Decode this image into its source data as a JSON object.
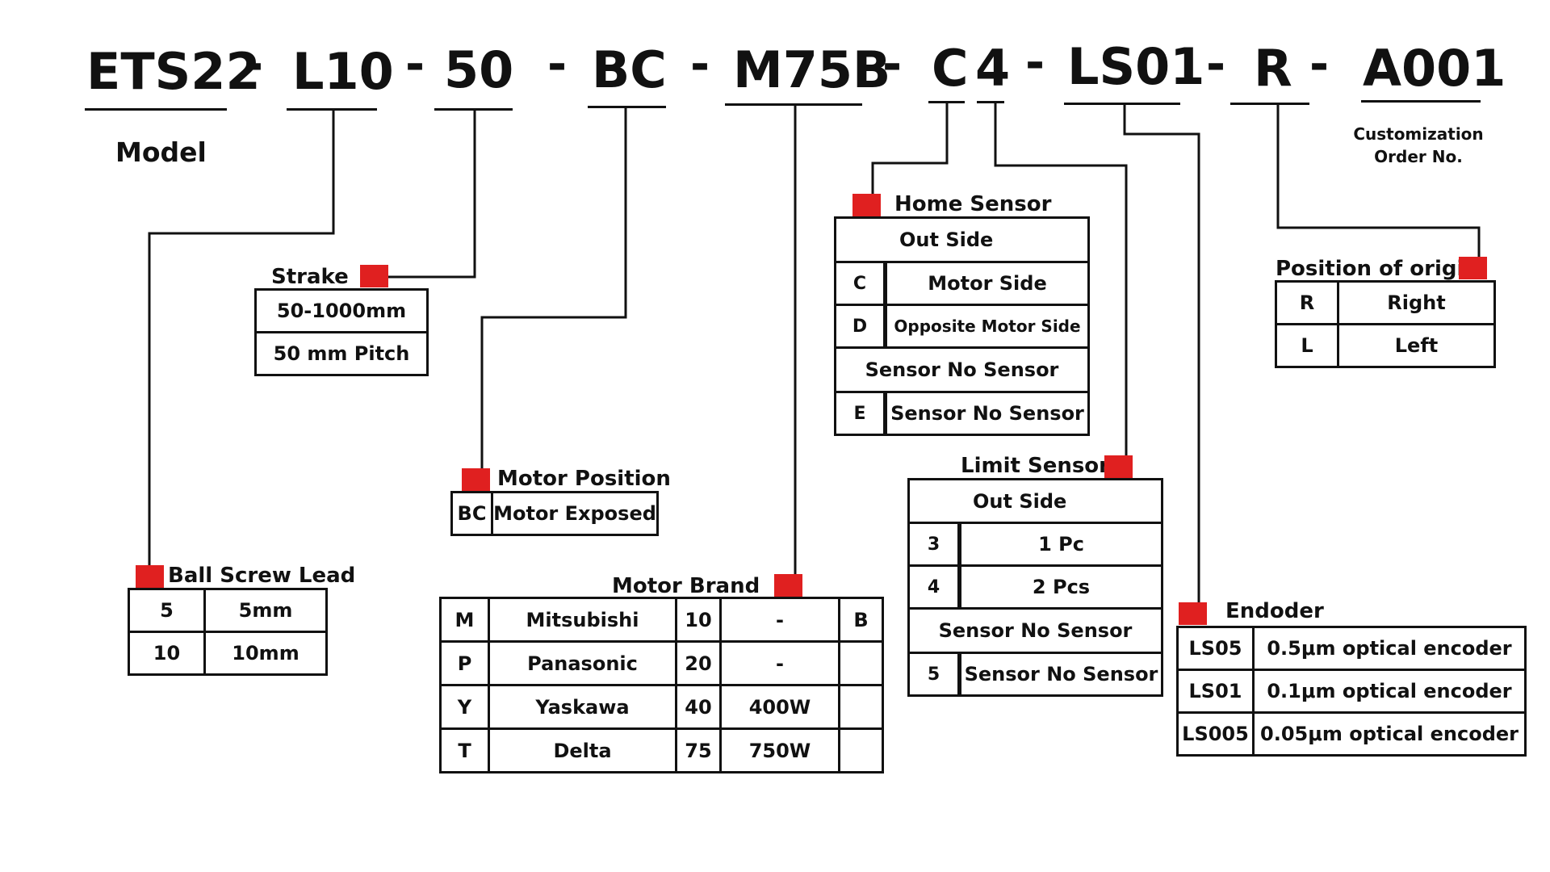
{
  "code": {
    "segments": [
      "ETS22",
      "L10",
      "50",
      "BC",
      "M75B",
      "C",
      "4",
      "LS01",
      "R",
      "A001"
    ],
    "separator": "-"
  },
  "model_label": "Model",
  "customization_label": "Customization Order No.",
  "colors": {
    "marker": "#e02020",
    "line": "#111111",
    "background": "#ffffff"
  },
  "ball_screw_lead": {
    "title": "Ball Screw Lead",
    "rows": [
      {
        "code": "5",
        "value": "5mm"
      },
      {
        "code": "10",
        "value": "10mm"
      }
    ]
  },
  "strake": {
    "title": "Strake",
    "rows": [
      "50-1000mm",
      "50 mm Pitch"
    ]
  },
  "motor_position": {
    "title": "Motor Position",
    "rows": [
      {
        "code": "BC",
        "value": "Motor Exposed"
      }
    ]
  },
  "motor_brand": {
    "title": "Motor Brand",
    "rows": [
      {
        "code": "M",
        "brand": "Mitsubishi",
        "num": "10",
        "power": "-",
        "extra": "B"
      },
      {
        "code": "P",
        "brand": "Panasonic",
        "num": "20",
        "power": "-",
        "extra": ""
      },
      {
        "code": "Y",
        "brand": "Yaskawa",
        "num": "40",
        "power": "400W",
        "extra": ""
      },
      {
        "code": "T",
        "brand": "Delta",
        "num": "75",
        "power": "750W",
        "extra": ""
      }
    ]
  },
  "home_sensor": {
    "title": "Home Sensor",
    "section1": "Out Side",
    "rows1": [
      {
        "code": "C",
        "value": "Motor Side"
      },
      {
        "code": "D",
        "value": "Opposite Motor Side"
      }
    ],
    "section2": "Sensor No Sensor",
    "rows2": [
      {
        "code": "E",
        "value": "Sensor No Sensor"
      }
    ]
  },
  "limit_sensor": {
    "title": "Limit Sensor",
    "section1": "Out Side",
    "rows1": [
      {
        "code": "3",
        "value": "1 Pc"
      },
      {
        "code": "4",
        "value": "2 Pcs"
      }
    ],
    "section2": "Sensor No Sensor",
    "rows2": [
      {
        "code": "5",
        "value": "Sensor No Sensor"
      }
    ]
  },
  "position_of_origin": {
    "title": "Position of origin",
    "rows": [
      {
        "code": "R",
        "value": "Right"
      },
      {
        "code": "L",
        "value": "Left"
      }
    ]
  },
  "encoder": {
    "title": "Endoder",
    "rows": [
      {
        "code": "LS05",
        "value": "0.5μm optical encoder"
      },
      {
        "code": "LS01",
        "value": "0.1μm optical encoder"
      },
      {
        "code": "LS005",
        "value": "0.05μm optical encoder"
      }
    ]
  }
}
